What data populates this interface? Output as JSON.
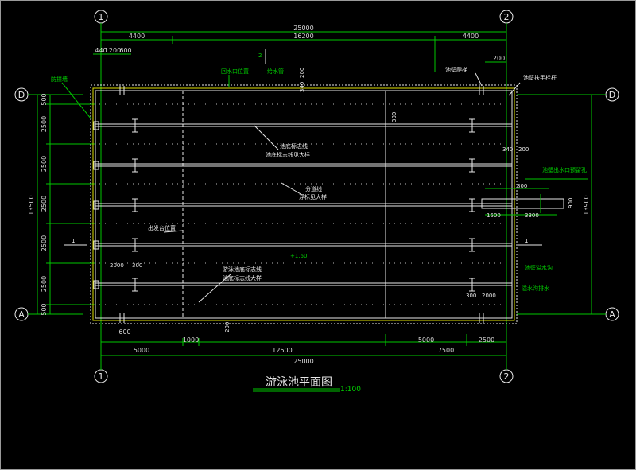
{
  "title": {
    "main": "游泳池平面图",
    "scale": "1:100"
  },
  "axes": {
    "c1": "1",
    "c2": "2",
    "rD": "D",
    "rA": "A"
  },
  "top_dims": {
    "total": "25000",
    "seg": [
      "4400",
      "16200",
      "4400"
    ],
    "small": [
      "440",
      "1200",
      "600"
    ],
    "right": "1200"
  },
  "bottom_dims": {
    "total": "25000",
    "row1": [
      "5000",
      "1000",
      "12500",
      "7500",
      "2500"
    ],
    "row2": [
      "600",
      "5000"
    ]
  },
  "left_dims": {
    "total": "13500",
    "seg": [
      "500",
      "2500",
      "2500",
      "2500",
      "2500",
      "2500",
      "500"
    ]
  },
  "right_dims": {
    "total": "13900"
  },
  "callouts": {
    "top_left1": "防撞墙",
    "top_mid1": "回水口位置",
    "top_mid2": "给水管",
    "top_right1": "池壁爬梯",
    "top_right2": "池壁扶手栏杆",
    "lane_line": "池底标志线",
    "lane_line2": "池底标志线见大样",
    "divider": "分道线",
    "divider2": "浮标见大样",
    "start_pos": "出发台位置",
    "tile": "游泳池底标志线",
    "tile2": "池底标志线大样",
    "right_pipe": "池壁出水口预留孔",
    "right_side": "池壁溢水沟",
    "right_small": "溢水沟排水",
    "section": "1",
    "dim_340": "340",
    "dim_200": "200",
    "dim_800": "800",
    "dim_1500": "1500",
    "dim_3300": "3300",
    "dim_300": "300",
    "dim_2000": "2000",
    "dim_900": "900",
    "level": "+1.60",
    "mark_2": "2"
  }
}
